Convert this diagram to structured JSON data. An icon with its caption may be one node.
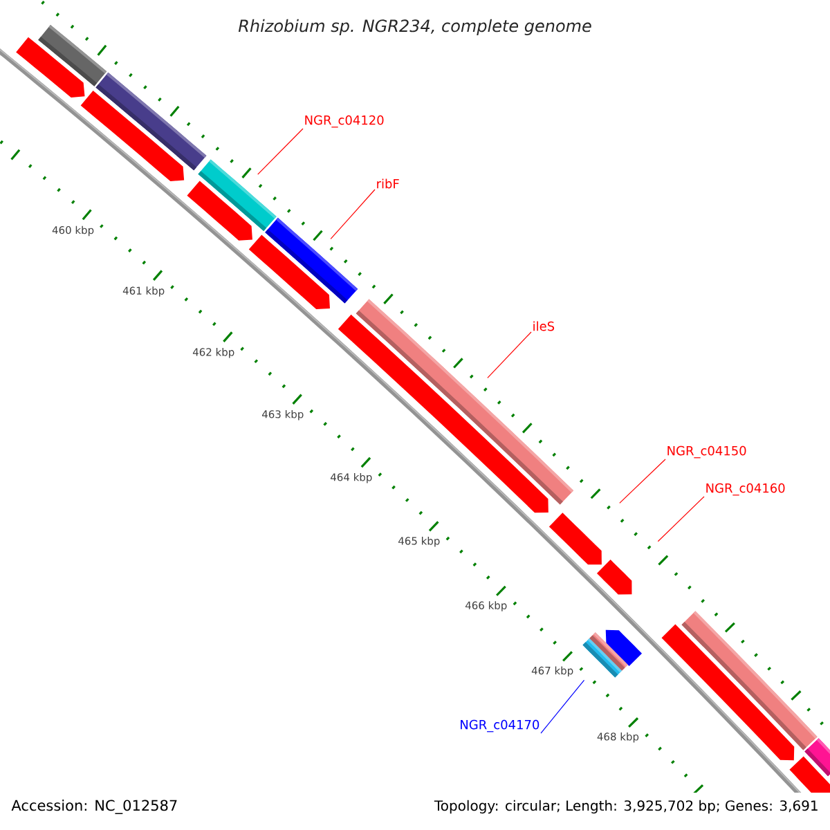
{
  "diagram": {
    "title": "Rhizobium sp. NGR234, complete genome",
    "nodes": [
      {
        "text": [
          "NGR_c04120"
        ]
      },
      {
        "text": [
          "ribF"
        ]
      },
      {
        "text": [
          "ileS"
        ]
      },
      {
        "text": [
          "NGR_c04150"
        ]
      },
      {
        "text": [
          "NGR_c04160"
        ]
      },
      {
        "text": [
          "NGR_c04170"
        ]
      },
      {
        "text": [],
        "shape": "bar"
      },
      {
        "text": [],
        "shape": "bar"
      },
      {
        "text": [],
        "shape": "bar"
      },
      {
        "text": [],
        "shape": "pentagon"
      },
      {
        "text": [],
        "shape": "pentagon"
      },
      {
        "text": [],
        "shape": "bar"
      },
      {
        "text": [],
        "shape": "bar"
      },
      {
        "text": [],
        "shape": "bar"
      },
      {
        "text": [],
        "shape": "bar"
      },
      {
        "text": [],
        "shape": "bar"
      },
      {
        "text": [],
        "shape": "pentagon"
      },
      {
        "text": [],
        "shape": "pentagon"
      },
      {
        "text": [],
        "shape": "pentagon"
      },
      {
        "text": [],
        "shape": "pentagon"
      },
      {
        "text": [],
        "shape": "pentagon"
      },
      {
        "text": [],
        "shape": "pentagon"
      },
      {
        "text": [],
        "shape": "pentagon"
      },
      {
        "text": [],
        "shape": "pentagon"
      },
      {
        "text": [],
        "shape": "bar"
      }
    ],
    "edges": [
      {
        "from": 0,
        "to": 6,
        "arrow": "none"
      },
      {
        "from": 1,
        "to": 7,
        "arrow": "none"
      },
      {
        "from": 2,
        "to": 8,
        "arrow": "none"
      },
      {
        "from": 3,
        "to": 9,
        "arrow": "none"
      },
      {
        "from": 4,
        "to": 10,
        "arrow": "none"
      },
      {
        "from": 5,
        "to": 11,
        "arrow": "none",
        "color": "#0000ff"
      }
    ],
    "labels": [
      "460 kbp",
      "461 kbp",
      "462 kbp",
      "463 kbp",
      "464 kbp",
      "465 kbp",
      "466 kbp",
      "467 kbp",
      "468 kbp",
      "Accession: NC_012587",
      "Topology: circular; Length: 3,925,702 bp; Genes: 3,691"
    ]
  }
}
